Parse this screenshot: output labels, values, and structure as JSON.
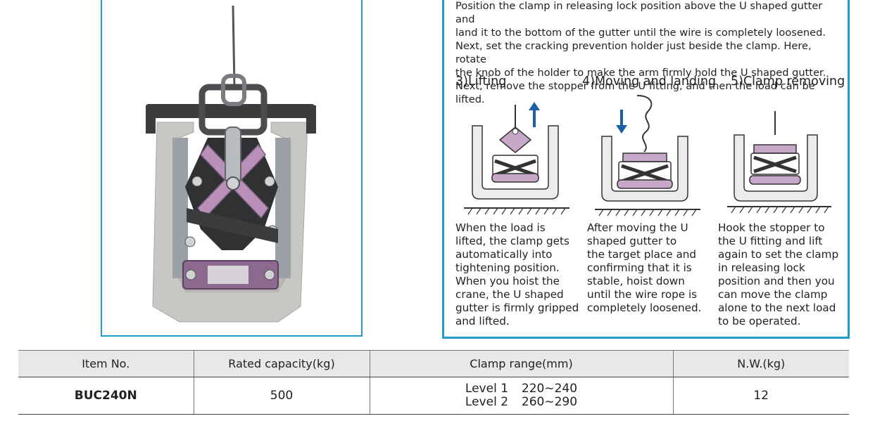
{
  "instructions": {
    "intro_lines": [
      "Position the clamp in releasing lock position above the U shaped gutter and",
      "land it to the bottom of the gutter until the wire is completely loosened.",
      "Next, set the cracking prevention holder just beside the clamp. Here, rotate",
      "the knob of the holder to make the arm firmly hold the U shaped gutter.",
      "Next, remove the stopper from the U fitting, and then the load can be lifted."
    ],
    "steps": [
      {
        "title": "3)Lifting",
        "desc_lines": [
          "When the load is",
          "lifted, the clamp gets",
          "automatically into",
          "tightening position.",
          "When you hoist the",
          "crane, the U shaped",
          "gutter is firmly gripped",
          "and lifted."
        ]
      },
      {
        "title": "4)Moving and landing",
        "desc_lines": [
          "After moving the U",
          "shaped gutter to",
          "the target place and",
          "confirming that it is",
          "stable, hoist down",
          "until the wire rope is",
          "completely loosened."
        ]
      },
      {
        "title": "5)Clamp removing",
        "desc_lines": [
          "Hook the stopper to",
          "the U fitting and lift",
          "again to set the clamp",
          "in releasing lock",
          "position and then you",
          "can move the clamp",
          "alone to the next load",
          "to be operated."
        ]
      }
    ]
  },
  "table": {
    "headers": [
      "Item No.",
      "Rated capacity(kg)",
      "Clamp range(mm)",
      "N.W.(kg)"
    ],
    "row": {
      "item_no": "BUC240N",
      "capacity": "500",
      "range_level1_label": "Level 1",
      "range_level1_value": "220∼240",
      "range_level2_label": "Level 2",
      "range_level2_value": "260∼290",
      "weight": "12"
    }
  },
  "colors": {
    "frame_blue": "#1f9bcf",
    "arrow_blue": "#1a5fa8",
    "clamp_purple": "#b890b8",
    "header_gray": "#e8e8e8"
  }
}
